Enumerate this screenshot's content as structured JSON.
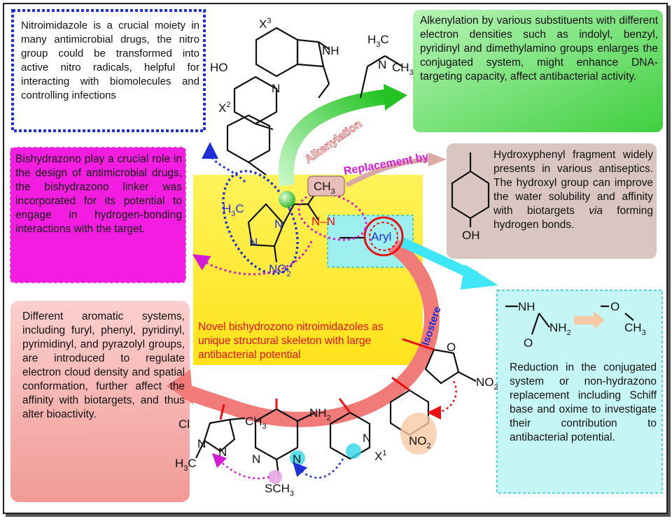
{
  "texts": {
    "nitroimidazole": "Nitroimidazole is a crucial moiety in many antimicrobial drugs, the nitro group could be transformed into active nitro radicals, helpful for interacting with biomolecules and controlling infections",
    "alkenylation": "Alkenylation by various substituents with different electron densities such as indolyl, benzyl, pyridinyl and dimethylamino groups enlarges the conjugated system, might enhance DNA-targeting capacity, affect antibacterial activity.",
    "bishydrazono": "Bishydrazono play a crucial role in the design of antimicrobial drugs, the bishydrazono linker was incorporated for its potential to engage in hydrogen-bonding interactions with the target.",
    "hydroxyphenyl_pre": "Hydroxyphenyl fragment widely presents in various antiseptics. The hydroxyl group can improve the water solubility and affinity with biotargets ",
    "hydroxyphenyl_via": "via",
    "hydroxyphenyl_post": " forming hydrogen bonds.",
    "aromatic": "Different aromatic systems, including furyl, phenyl, pyridinyl, pyrimidinyl, and pyrazolyl groups, are introduced to regulate electron cloud density and spatial conformation, further affect the affinity with biotargets, and thus alter bioactivity.",
    "reduction": "Reduction in the conjugated system or non-hydrazono replacement including Schiff base and oxime to investigate their contribution to antibacterial potential.",
    "core": "Novel bishydrozono nitroimidazoles as unique structural skeleton with large antibacterial potential"
  },
  "arrow_labels": {
    "alkenylation": "Alkenylation",
    "replacement": "Replacement by",
    "isostere": "Isostere"
  },
  "atoms": {
    "x3": "X",
    "x3_sup": "3",
    "nh": "NH",
    "h3c": "H",
    "h3c_sub": "3",
    "c": "C",
    "n_me": "N",
    "ch3": "CH",
    "ch3_sub": "3",
    "ho": "HO",
    "n": "N",
    "x2": "X",
    "x2_sup": "2",
    "ch3_box": "CH",
    "ch3_box_sub": "3",
    "imid_h3c": "H",
    "imid_c": "C",
    "imid_n": "N",
    "no2": "NO",
    "no2_sub": "2",
    "azo": "N–N",
    "aryl": "Aryl",
    "oh": "OH",
    "urea_nh": "NH",
    "urea_nh2": "NH",
    "urea_nh2_sub": "2",
    "urea_o": "O",
    "ome_o": "O",
    "ome_ch3": "CH",
    "ome_ch3_sub": "3",
    "furan_o": "O",
    "furan_no2": "NO",
    "furan_no2_sub": "2",
    "ph_no2": "NO",
    "ph_no2_sub": "2",
    "pyr_x1": "X",
    "pyr_x1_sup": "1",
    "pyr_n": "N",
    "pym_nh2": "NH",
    "pym_nh2_sub": "2",
    "pym_n1": "N",
    "pym_n2": "N",
    "pym_sch3": "SCH",
    "pym_sch3_sub": "3",
    "pz_cl": "Cl",
    "pz_ch3": "CH",
    "pz_ch3_sub": "3",
    "pz_n1": "N",
    "pz_n2": "N",
    "pz_h3c": "H",
    "pz_h3c_sub": "3",
    "pz_c": "C"
  },
  "colors": {
    "blue_dotted": "#1f2fd6",
    "green_box": "#6fdc6f",
    "magenta_box": "#f21de0",
    "brown_box": "#d9c6c0",
    "pink_box": "#f6b3b0",
    "cyan_box": "#bff3f3",
    "yellow_core": "#ffee35",
    "red_text": "#e81010"
  }
}
